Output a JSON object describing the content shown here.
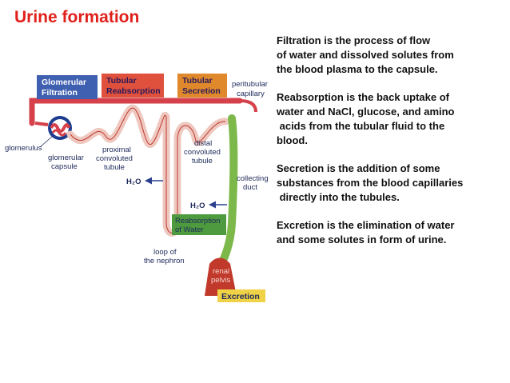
{
  "title": "Urine formation",
  "paragraphs": [
    {
      "id": "filtration",
      "lines": [
        "Filtration is the process of flow",
        "of water and dissolved solutes from",
        "the blood plasma to the capsule."
      ]
    },
    {
      "id": "reabsorption",
      "lines": [
        "Reabsorption is the back uptake of",
        "water and NaCl, glucose, and amino",
        " acids from the tubular fluid to the",
        "blood."
      ]
    },
    {
      "id": "secretion",
      "lines": [
        "Secretion is the addition of some",
        "substances from the blood capillaries",
        " directly into the tubules."
      ]
    },
    {
      "id": "excretion",
      "lines": [
        "Excretion is the elimination of water",
        "and some solutes in form of urine."
      ]
    }
  ],
  "diagram": {
    "boxes": {
      "glomerular_filtration": [
        "Glomerular",
        "Filtration"
      ],
      "tubular_reabsorption": [
        "Tubular",
        "Reabsorption"
      ],
      "tubular_secretion": [
        "Tubular",
        "Secretion"
      ],
      "reabsorption_of_water": [
        "Reabsorption",
        "of Water"
      ],
      "excretion": "Excretion"
    },
    "labels": {
      "peritubular_capillary": [
        "peritubular",
        "capillary"
      ],
      "glomerulus": "glomerulus",
      "glomerular_capsule": [
        "glomerular",
        "capsule"
      ],
      "proximal_tubule": [
        "proximal",
        "convoluted",
        "tubule"
      ],
      "distal_tubule": [
        "distal",
        "convoluted",
        "tubule"
      ],
      "collecting_duct": [
        "collecting",
        "duct"
      ],
      "h2o_left": "H₂O",
      "h2o_right": "H₂O",
      "loop_of_nephron": [
        "loop of",
        "the nephron"
      ],
      "renal_pelvis": [
        "renal",
        "pelvis"
      ]
    },
    "colors": {
      "glomerular_box": "#3f5fb0",
      "reabsorption_box": "#e0513d",
      "secretion_box": "#e0892c",
      "water_box": "#4e9a3e",
      "excretion_box": "#f0d246",
      "capillary": "#d6404a",
      "tubule": "#eec8bf",
      "collecting": "#7db84a"
    }
  }
}
